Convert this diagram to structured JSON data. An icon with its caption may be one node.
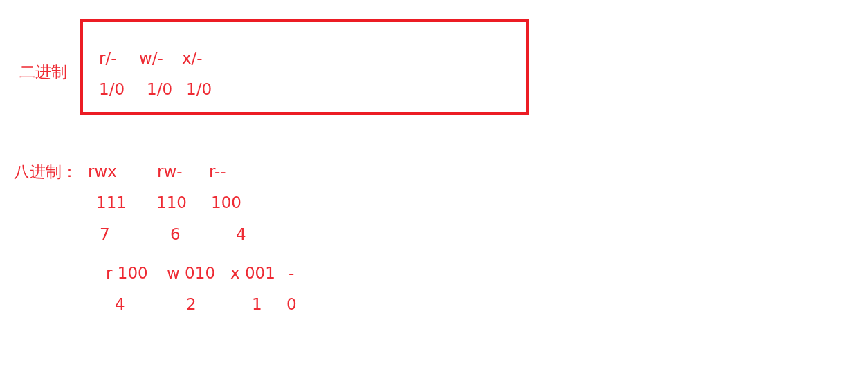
{
  "diagram": {
    "nodes": [
      {
        "text": [
          "二进制",
          "r/-",
          "w/-",
          "x/-",
          "1/0",
          "1/0",
          "1/0"
        ]
      }
    ],
    "labels": [
      "八进制：",
      "rwx",
      "rw-",
      "r--",
      "111",
      "110",
      "100",
      "7",
      "6",
      "4",
      "r 100",
      "w 010",
      "x 001",
      "-",
      "4",
      "2",
      "1",
      "0"
    ]
  }
}
